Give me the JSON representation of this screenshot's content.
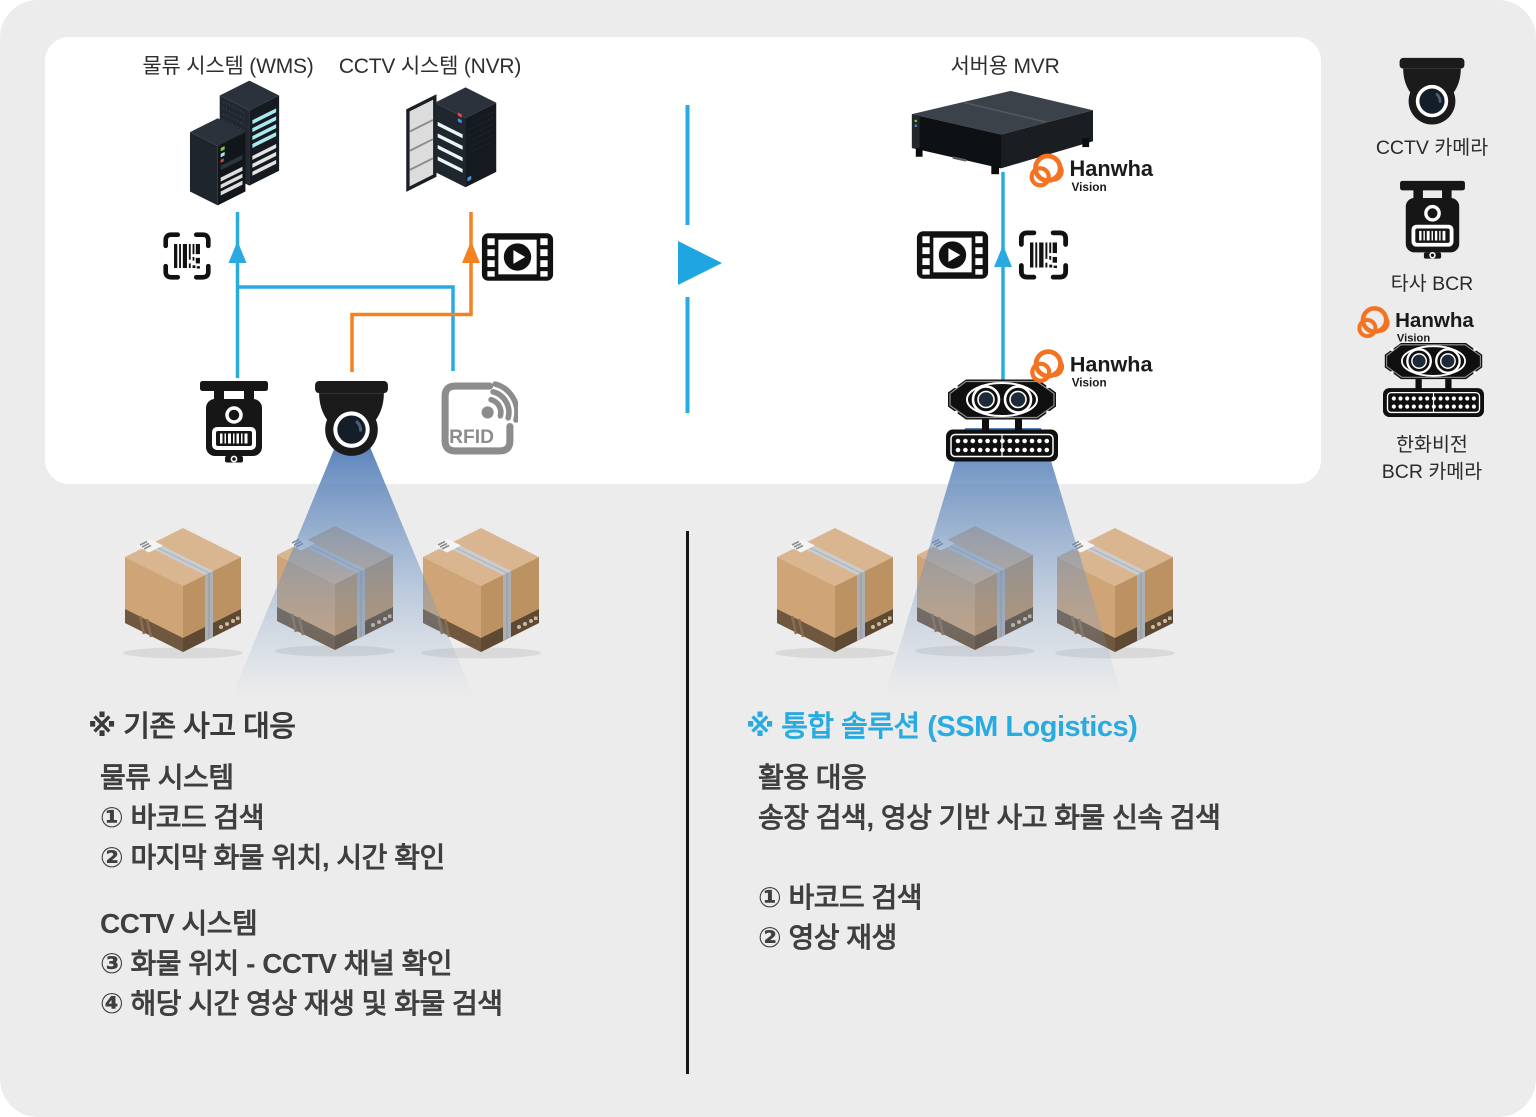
{
  "diagram": {
    "wms_label": "물류 시스템 (WMS)",
    "nvr_label": "CCTV 시스템 (NVR)",
    "mvr_label": "서버용 MVR",
    "rfid_label": "RFID"
  },
  "brand": {
    "name": "Hanwha",
    "sub": "Vision"
  },
  "legend": {
    "cctv_camera_label": "CCTV 카메라",
    "third_party_bcr_label": "타사 BCR",
    "hanwha_bcr_line1": "한화비전",
    "hanwha_bcr_line2": "BCR 카메라"
  },
  "left_section": {
    "heading": "※ 기존 사고 대응",
    "group1_title": "물류 시스템",
    "group1_item1": "① 바코드 검색",
    "group1_item2": "② 마지막 화물 위치, 시간 확인",
    "group2_title": "CCTV 시스템",
    "group2_item1": "③ 화물 위치 - CCTV 채널 확인",
    "group2_item2": "④ 해당 시간 영상 재생 및 화물 검색"
  },
  "right_section": {
    "heading": "※ 통합 솔루션 (SSM Logistics)",
    "line1": "활용 대응",
    "line2": "송장 검색, 영상 기반 사고 화물 신속 검색",
    "item1": "① 바코드 검색",
    "item2": "② 영상 재생"
  },
  "colors": {
    "accent_blue": "#29ABE2",
    "accent_orange": "#F5821F",
    "brand_orange": "#F37321",
    "text_dark": "#3F3F3F",
    "panel_bg": "#FFFFFF",
    "canvas_bg": "#ECECEC"
  }
}
